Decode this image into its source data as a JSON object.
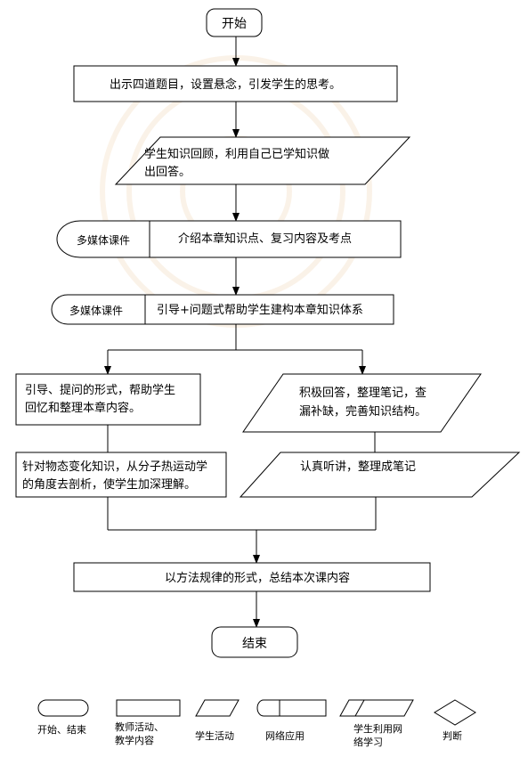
{
  "flowchart": {
    "start": "开始",
    "step1": "出示四道题目，设置悬念，引发学生的思考。",
    "step2_line1": "学生知识回顾，利用自己已学知识做",
    "step2_line2": "出回答。",
    "media1_label": "多媒体课件",
    "media1_text": "介绍本章知识点、复习内容及考点",
    "media2_label": "多媒体课件",
    "media2_text": "引导+问题式帮助学生建构本章知识体系",
    "left1_line1": "引导、提问的形式，帮助学生",
    "left1_line2": "回忆和整理本章内容。",
    "left2_line1": "针对物态变化知识，从分子热运动学",
    "left2_line2": "的角度去剖析，使学生加深理解。",
    "right1_line1": "积极回答，整理笔记，查",
    "right1_line2": "漏补缺，完善知识结构。",
    "right2": "认真听讲，整理成笔记",
    "summary": "以方法规律的形式，总结本次课内容",
    "end": "结束"
  },
  "legend": {
    "start_end": "开始、结束",
    "teacher_line1": "教师活动、",
    "teacher_line2": "教学内容",
    "student": "学生活动",
    "network": "网络应用",
    "student_network_line1": "学生利用网",
    "student_network_line2": "络学习",
    "decision": "判断"
  }
}
